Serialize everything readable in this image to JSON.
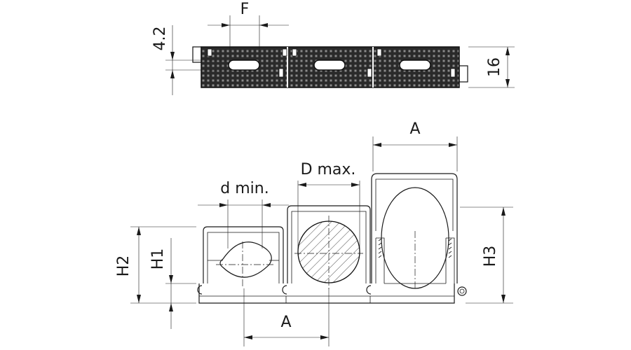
{
  "drawing": {
    "labels": {
      "F": "F",
      "thickness": "4.2",
      "height16": "16",
      "A_top": "A",
      "D_max": "D max.",
      "d_min": "d min.",
      "H2": "H2",
      "H1": "H1",
      "H3": "H3",
      "A_bottom": "A"
    },
    "colors": {
      "ink": "#1a1a1a",
      "strip": "#2a2a2a",
      "background": "#ffffff"
    }
  }
}
